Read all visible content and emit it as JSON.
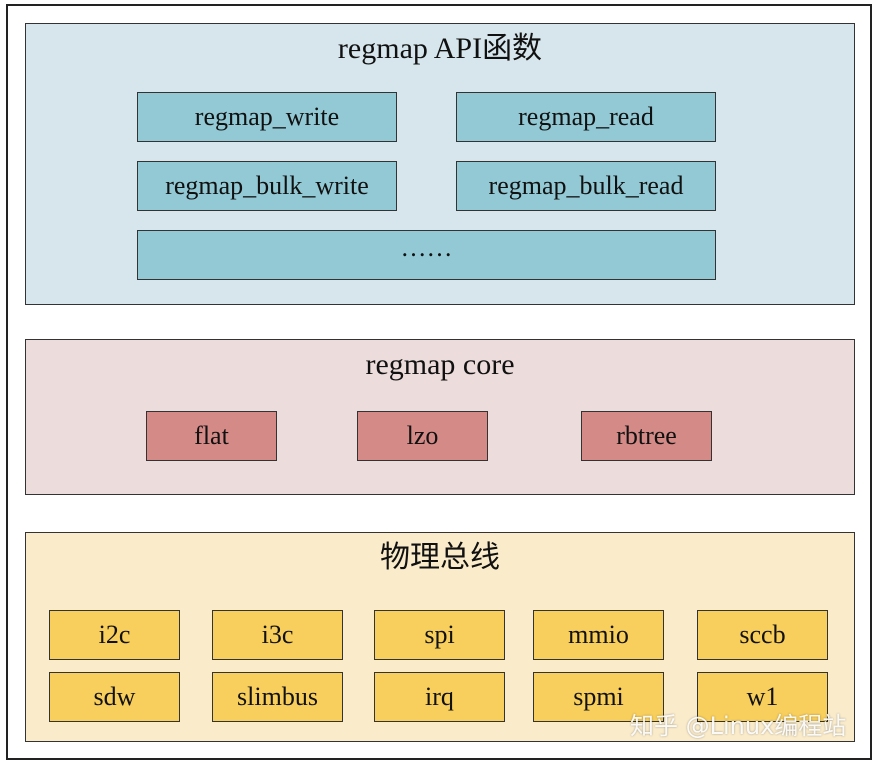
{
  "api": {
    "title": "regmap API函数",
    "items": [
      "regmap_write",
      "regmap_read",
      "regmap_bulk_write",
      "regmap_bulk_read",
      "……"
    ]
  },
  "core": {
    "title": "regmap core",
    "items": [
      "flat",
      "lzo",
      "rbtree"
    ]
  },
  "bus": {
    "title": "物理总线",
    "items": [
      "i2c",
      "i3c",
      "spi",
      "mmio",
      "sccb",
      "sdw",
      "slimbus",
      "irq",
      "spmi",
      "w1"
    ]
  },
  "watermark": "知乎 @Linux编程站",
  "colors": {
    "api_bg": "#d6e6ec",
    "api_box": "#92c9d5",
    "core_bg": "#ecdcdb",
    "core_box": "#d48a87",
    "bus_bg": "#faeccb",
    "bus_box": "#f8cf5c"
  }
}
